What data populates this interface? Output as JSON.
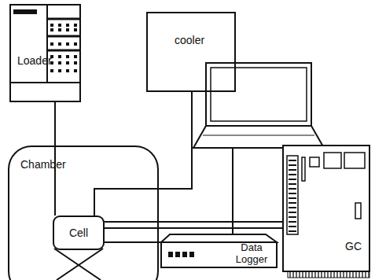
{
  "diagram": {
    "nodes": [
      {
        "text": [
          "Loader"
        ]
      },
      {
        "text": [
          "cooler"
        ]
      },
      {
        "text": [
          "Chamber"
        ]
      },
      {
        "text": [
          "Cell"
        ],
        "in": 2
      },
      {
        "text": [
          "Data Logger"
        ]
      },
      {
        "text": [
          "GC"
        ]
      }
    ],
    "edges": [
      {
        "from": 0,
        "to": 3,
        "arrow": "none"
      },
      {
        "from": 1,
        "to": 3,
        "arrow": "none"
      },
      {
        "from": 3,
        "to": 5,
        "arrow": "none"
      },
      {
        "from": 3,
        "to": 5,
        "arrow": "none"
      },
      {
        "from": 3,
        "to": 4,
        "arrow": "none"
      }
    ]
  }
}
